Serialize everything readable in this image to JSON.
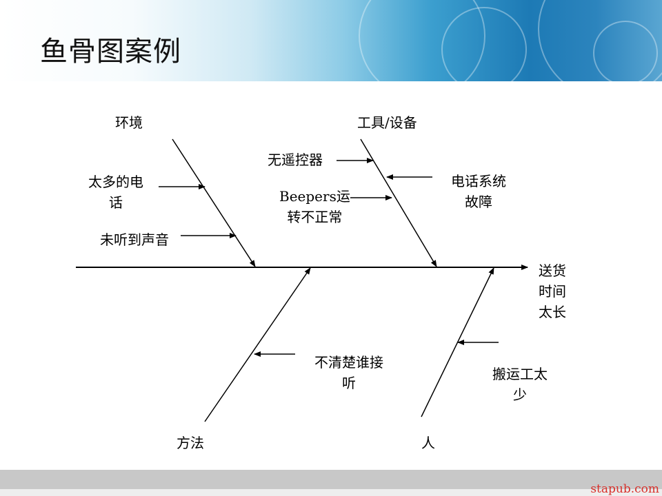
{
  "slide": {
    "title": "鱼骨图案例",
    "watermark": "stapub.com"
  },
  "diagram": {
    "effect": [
      "送货",
      "时间",
      "太长"
    ],
    "categories": {
      "environment": "环境",
      "tools": "工具/设备",
      "method": "方法",
      "people": "人"
    },
    "causes": {
      "too_many_calls": [
        "太多的电",
        "话"
      ],
      "not_heard": "未听到声音",
      "no_remote": "无遥控器",
      "beepers": [
        "Beepers运",
        "转不正常"
      ],
      "phone_system": [
        "电话系统",
        "故障"
      ],
      "unclear_who": [
        "不清楚谁接",
        "听"
      ],
      "few_movers": [
        "搬运工太",
        "少"
      ]
    }
  }
}
